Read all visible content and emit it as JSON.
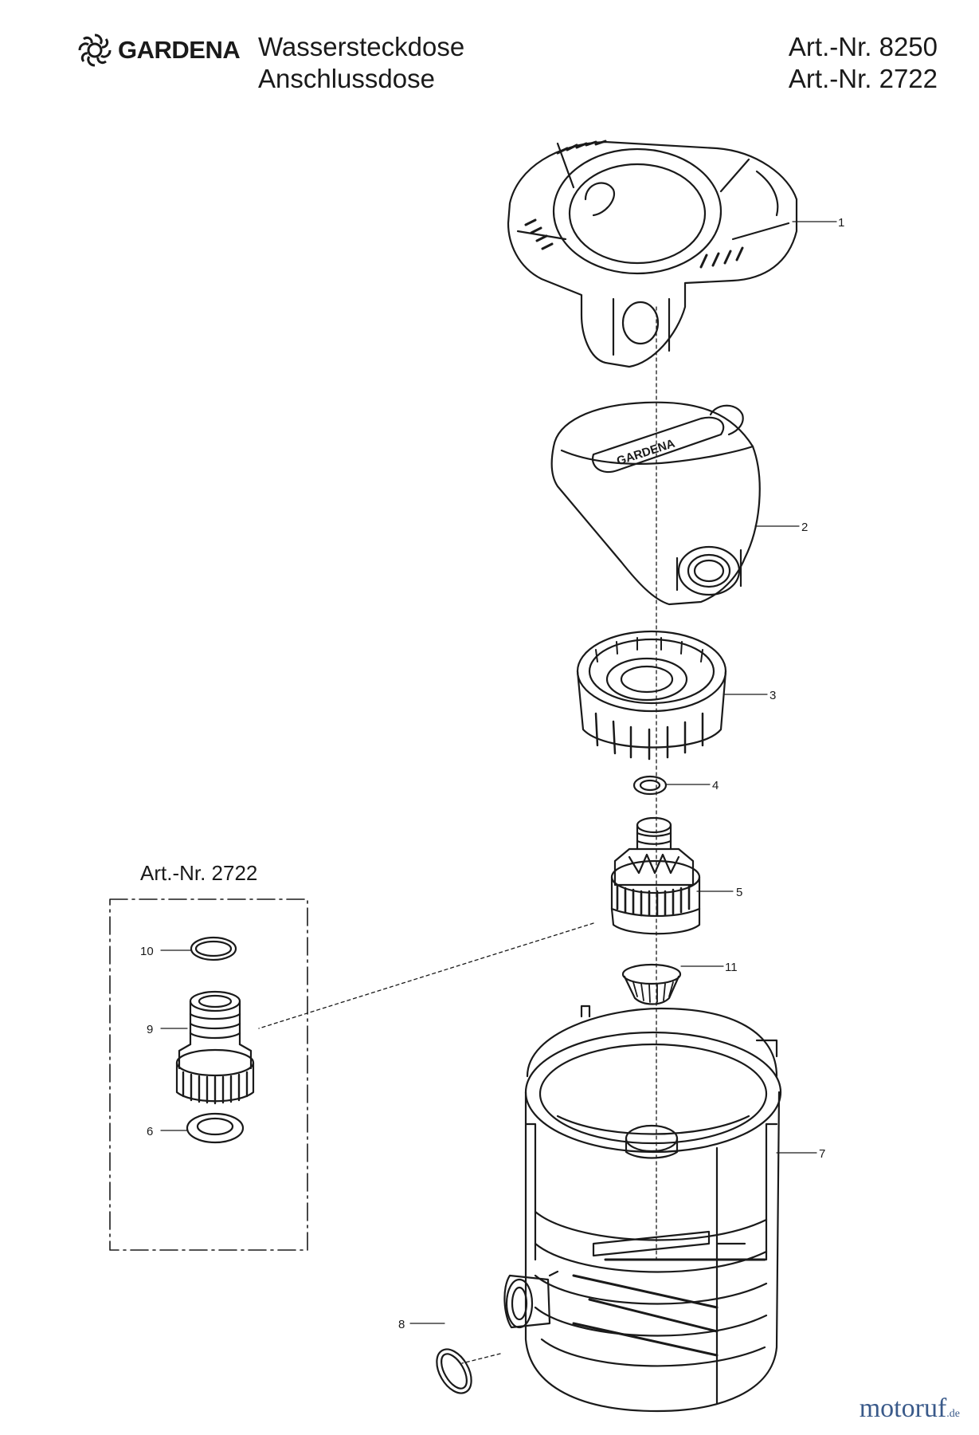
{
  "header": {
    "brand": "GARDENA",
    "title_line1": "Wassersteckdose",
    "title_line2": "Anschlussdose",
    "art_nr_1": "Art.-Nr. 8250",
    "art_nr_2": "Art.-Nr. 2722"
  },
  "kit": {
    "title": "Art.-Nr. 2722"
  },
  "parts": {
    "p1": "1",
    "p2": "2",
    "p3": "3",
    "p4": "4",
    "p5": "5",
    "p6": "6",
    "p7": "7",
    "p8": "8",
    "p9": "9",
    "p10": "10",
    "p11": "11"
  },
  "part2_logo": "GARDENA",
  "watermark": {
    "main": "motoruf",
    "suffix": ".de"
  }
}
